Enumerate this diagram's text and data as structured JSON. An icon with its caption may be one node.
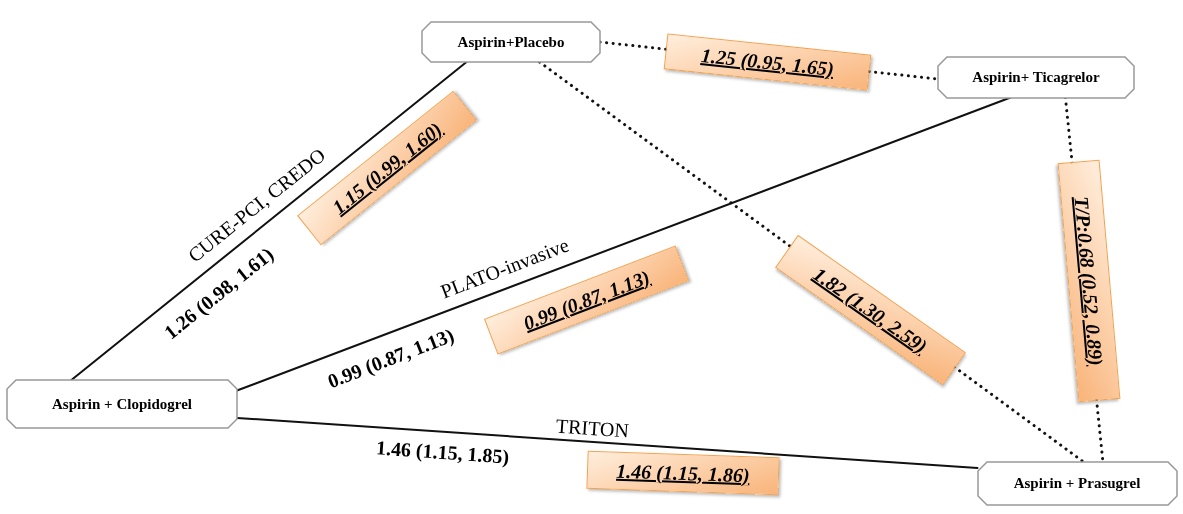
{
  "diagram": {
    "nodes": [
      {
        "text": [
          "Aspirin+Placebo"
        ]
      },
      {
        "text": [
          "Aspirin+ Ticagrelor"
        ]
      },
      {
        "text": [
          "Aspirin + Clopidogrel"
        ]
      },
      {
        "text": [
          "Aspirin + Prasugrel"
        ]
      }
    ],
    "edges": [
      {
        "from": 2,
        "to": 0,
        "arrow": "none",
        "label": "1.15 (0.99, 1.60)"
      },
      {
        "from": 2,
        "to": 1,
        "arrow": "none",
        "label": "0.99 (0.87, 1.13)"
      },
      {
        "from": 2,
        "to": 3,
        "arrow": "none",
        "label": "1.46 (1.15, 1.86)"
      },
      {
        "from": 0,
        "to": 1,
        "arrow": "none",
        "style": "dashed",
        "label": "1.25 (0.95, 1.65)"
      },
      {
        "from": 0,
        "to": 3,
        "arrow": "none",
        "style": "dashed",
        "label": "1.82 (1.30, 2.59)"
      },
      {
        "from": 1,
        "to": 3,
        "arrow": "none",
        "style": "dashed",
        "label": "T/P:0.68 (0.52, 0.89)"
      }
    ],
    "labels": [
      "CURE-PCI, CREDO",
      "1.26 (0.98, 1.61)",
      "PLATO-invasive",
      "0.99 (0.87, 1.13)",
      "TRITON",
      "1.46 (1.15, 1.85)"
    ]
  }
}
